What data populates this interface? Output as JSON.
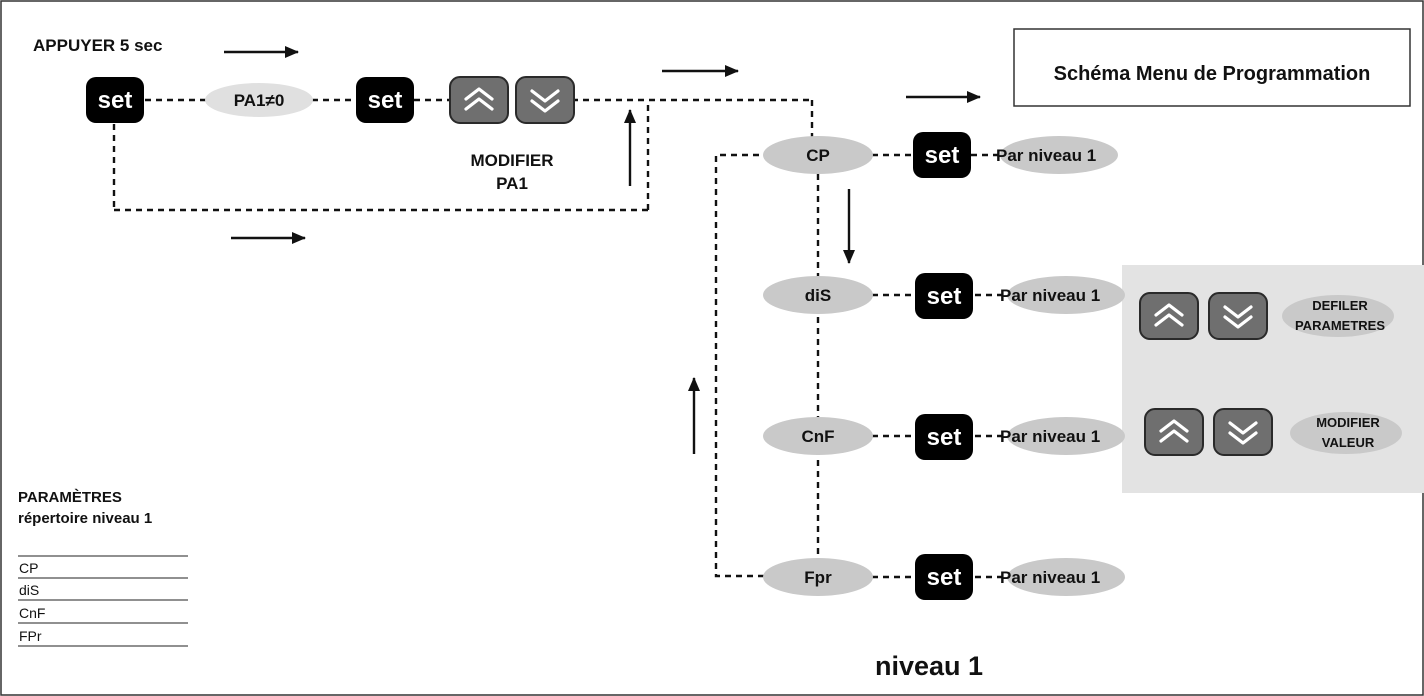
{
  "header": {
    "press_label": "APPUYER 5 sec",
    "title": "Schéma Menu de Programmation"
  },
  "buttons": {
    "set_label": "set"
  },
  "entry": {
    "pa1_oval": "PA1≠0",
    "modify_line1": "MODIFIER",
    "modify_line2": "PA1"
  },
  "menu": {
    "items": [
      {
        "label": "CP",
        "target": "Par niveau 1"
      },
      {
        "label": "diS",
        "target": "Par niveau 1"
      },
      {
        "label": "CnF",
        "target": "Par niveau 1"
      },
      {
        "label": "Fpr",
        "target": "Par niveau 1"
      }
    ]
  },
  "legend_panel": {
    "scroll_line1": "DEFILER",
    "scroll_line2": "PARAMETRES",
    "modify_line1": "MODIFIER",
    "modify_line2": "VALEUR"
  },
  "params_list": {
    "title_line1": "PARAMÈTRES",
    "title_line2": "répertoire niveau 1",
    "rows": [
      "CP",
      "diS",
      "CnF",
      "FPr"
    ]
  },
  "footer": {
    "level_label": "niveau 1"
  },
  "colors": {
    "button_fill": "#6f6f6f",
    "oval_fill": "#c9c9c9",
    "panel_fill": "#e3e3e3"
  }
}
